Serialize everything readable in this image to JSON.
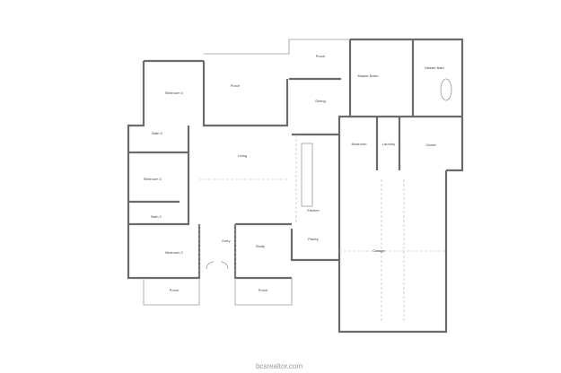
{
  "plan": {
    "rooms": [
      {
        "id": "bedroom-4",
        "label": "Bedroom 4"
      },
      {
        "id": "porch-rear",
        "label": "Porch"
      },
      {
        "id": "porch-master",
        "label": "Porch"
      },
      {
        "id": "dining",
        "label": "Dining"
      },
      {
        "id": "master-bdrm",
        "label": "Master Bdrm"
      },
      {
        "id": "master-bath",
        "label": "Master Bath"
      },
      {
        "id": "bath-3",
        "label": "Bath 3"
      },
      {
        "id": "bedroom-3",
        "label": "Bedroom 3"
      },
      {
        "id": "living",
        "label": "Living"
      },
      {
        "id": "mudroom",
        "label": "Mudroom"
      },
      {
        "id": "laundry",
        "label": "Laundry"
      },
      {
        "id": "closet",
        "label": "Closet"
      },
      {
        "id": "kitchen",
        "label": "Kitchen"
      },
      {
        "id": "pantry",
        "label": "Pantry"
      },
      {
        "id": "garage",
        "label": "Garage"
      },
      {
        "id": "bath-2",
        "label": "Bath 2"
      },
      {
        "id": "bedroom-2",
        "label": "Bedroom 2"
      },
      {
        "id": "entry",
        "label": "Entry"
      },
      {
        "id": "study",
        "label": "Study"
      },
      {
        "id": "porch-front-left",
        "label": "Porch"
      },
      {
        "id": "porch-front-right",
        "label": "Porch"
      }
    ]
  },
  "watermark": "bcsrealtor.com"
}
